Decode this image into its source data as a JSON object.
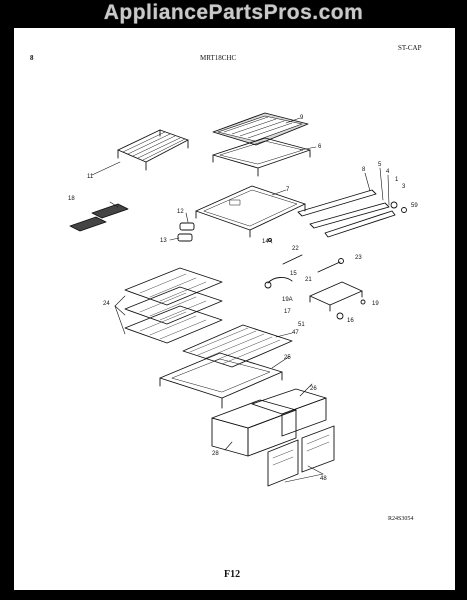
{
  "watermark": "AppliancePartsPros.com",
  "header": {
    "page_number": "8",
    "model": "MRT18CHC",
    "section_code": "ST-CAP"
  },
  "footer": {
    "drawing_number": "R24S3054",
    "figure": "F12"
  },
  "part_numbers": [
    {
      "id": "p11",
      "label": "11"
    },
    {
      "id": "p9",
      "label": "9"
    },
    {
      "id": "p6",
      "label": "6"
    },
    {
      "id": "p7",
      "label": "7"
    },
    {
      "id": "p8",
      "label": "8"
    },
    {
      "id": "p5",
      "label": "5"
    },
    {
      "id": "p4",
      "label": "4"
    },
    {
      "id": "p1",
      "label": "1"
    },
    {
      "id": "p3",
      "label": "3"
    },
    {
      "id": "p59",
      "label": "59"
    },
    {
      "id": "p18",
      "label": "18"
    },
    {
      "id": "p12",
      "label": "12"
    },
    {
      "id": "p13",
      "label": "13"
    },
    {
      "id": "p14",
      "label": "14"
    },
    {
      "id": "p22",
      "label": "22"
    },
    {
      "id": "p23",
      "label": "23"
    },
    {
      "id": "p15",
      "label": "15"
    },
    {
      "id": "p21",
      "label": "21"
    },
    {
      "id": "p19A",
      "label": "19A"
    },
    {
      "id": "p19",
      "label": "19"
    },
    {
      "id": "p17",
      "label": "17"
    },
    {
      "id": "p51",
      "label": "51"
    },
    {
      "id": "p16",
      "label": "16"
    },
    {
      "id": "p24",
      "label": "24"
    },
    {
      "id": "p47",
      "label": "47"
    },
    {
      "id": "p25",
      "label": "25"
    },
    {
      "id": "p26",
      "label": "26"
    },
    {
      "id": "p28",
      "label": "28"
    },
    {
      "id": "p48",
      "label": "48"
    }
  ]
}
